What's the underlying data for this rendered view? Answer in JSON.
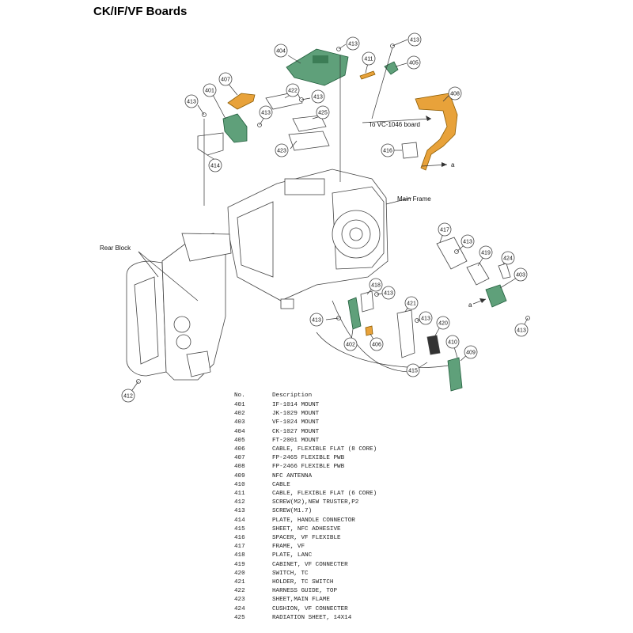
{
  "title": "CK/IF/VF Boards",
  "labels": {
    "to_vc": "To VC-1046 board",
    "main_frame": "Main Frame",
    "rear_block": "Rear Block",
    "a": "a"
  },
  "callouts": {
    "c404": "404",
    "c413a": "413",
    "c413b": "413",
    "c411": "411",
    "c405": "405",
    "c407": "407",
    "c401": "401",
    "c413c": "413",
    "c422": "422",
    "c413d": "413",
    "c413e": "413",
    "c425": "425",
    "c408": "408",
    "c423": "423",
    "c416": "416",
    "c414": "414",
    "c417": "417",
    "c413f": "413",
    "c419": "419",
    "c424": "424",
    "c403": "403",
    "c418": "418",
    "c413g": "413",
    "c421": "421",
    "c413h": "413",
    "c413i": "413",
    "c420": "420",
    "c402": "402",
    "c406": "406",
    "c410": "410",
    "c409": "409",
    "c415": "415",
    "c412": "412",
    "c413j": "413"
  },
  "table": {
    "col_no": "No.",
    "col_desc": "Description",
    "rows": [
      {
        "no": "401",
        "desc": "IF-1014 MOUNT"
      },
      {
        "no": "402",
        "desc": "JK-1029 MOUNT"
      },
      {
        "no": "403",
        "desc": "VF-1024 MOUNT"
      },
      {
        "no": "404",
        "desc": "CK-1027 MOUNT"
      },
      {
        "no": "405",
        "desc": "FT-2001 MOUNT"
      },
      {
        "no": "406",
        "desc": "CABLE, FLEXIBLE FLAT (8 CORE)"
      },
      {
        "no": "407",
        "desc": "FP-2465 FLEXIBLE PWB"
      },
      {
        "no": "408",
        "desc": "FP-2466 FLEXIBLE PWB"
      },
      {
        "no": "409",
        "desc": "NFC ANTENNA"
      },
      {
        "no": "410",
        "desc": "CABLE"
      },
      {
        "no": "411",
        "desc": "CABLE, FLEXIBLE FLAT (6 CORE)"
      },
      {
        "no": "412",
        "desc": "SCREW(M2),NEW TRUSTER,P2"
      },
      {
        "no": "413",
        "desc": "SCREW(M1.7)"
      },
      {
        "no": "414",
        "desc": "PLATE, HANDLE CONNECTOR"
      },
      {
        "no": "415",
        "desc": "SHEET, NFC ADHESIVE"
      },
      {
        "no": "416",
        "desc": "SPACER, VF FLEXIBLE"
      },
      {
        "no": "417",
        "desc": "FRAME, VF"
      },
      {
        "no": "418",
        "desc": "PLATE, LANC"
      },
      {
        "no": "419",
        "desc": "CABINET, VF CONNECTER"
      },
      {
        "no": "420",
        "desc": "SWITCH, TC"
      },
      {
        "no": "421",
        "desc": "HOLDER, TC SWITCH"
      },
      {
        "no": "422",
        "desc": "HARNESS GUIDE, TOP"
      },
      {
        "no": "423",
        "desc": "SHEET,MAIN FLAME"
      },
      {
        "no": "424",
        "desc": "CUSHION, VF CONNECTER"
      },
      {
        "no": "425",
        "desc": "RADIATION SHEET, 14X14"
      }
    ]
  }
}
